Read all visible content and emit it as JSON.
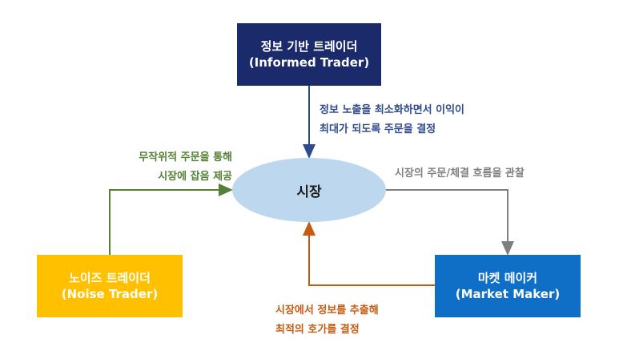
{
  "informed_trader": {
    "line1": "정보 기반 트레이더",
    "line2": "(Informed Trader)"
  },
  "noise_trader": {
    "line1": "노이즈 트레이더",
    "line2": "(Noise Trader)"
  },
  "market_maker": {
    "line1": "마켓 메이커",
    "line2": "(Market Maker)"
  },
  "market": {
    "label": "시장"
  },
  "labels": {
    "informed_line1": "정보 노출을 최소화하면서 이익이",
    "informed_line2": "최대가 되도록 주문을 결정",
    "noise_line1": "무작위적 주문을 통해",
    "noise_line2": "시장에 잡음 제공",
    "maker_observe": "시장의 주문/체결 흐름을 관찰",
    "extract_line1": "시장에서 정보를 추출해",
    "extract_line2": "최적의 호가를 결정"
  },
  "colors": {
    "informed": "#1b2a6b",
    "noise": "#ffc000",
    "maker": "#0f6fc6",
    "market": "#bdd7ee",
    "arrow_informed": "#2f4a8c",
    "arrow_noise": "#548235",
    "arrow_observe": "#7f7f7f",
    "arrow_extract": "#c55a11"
  }
}
